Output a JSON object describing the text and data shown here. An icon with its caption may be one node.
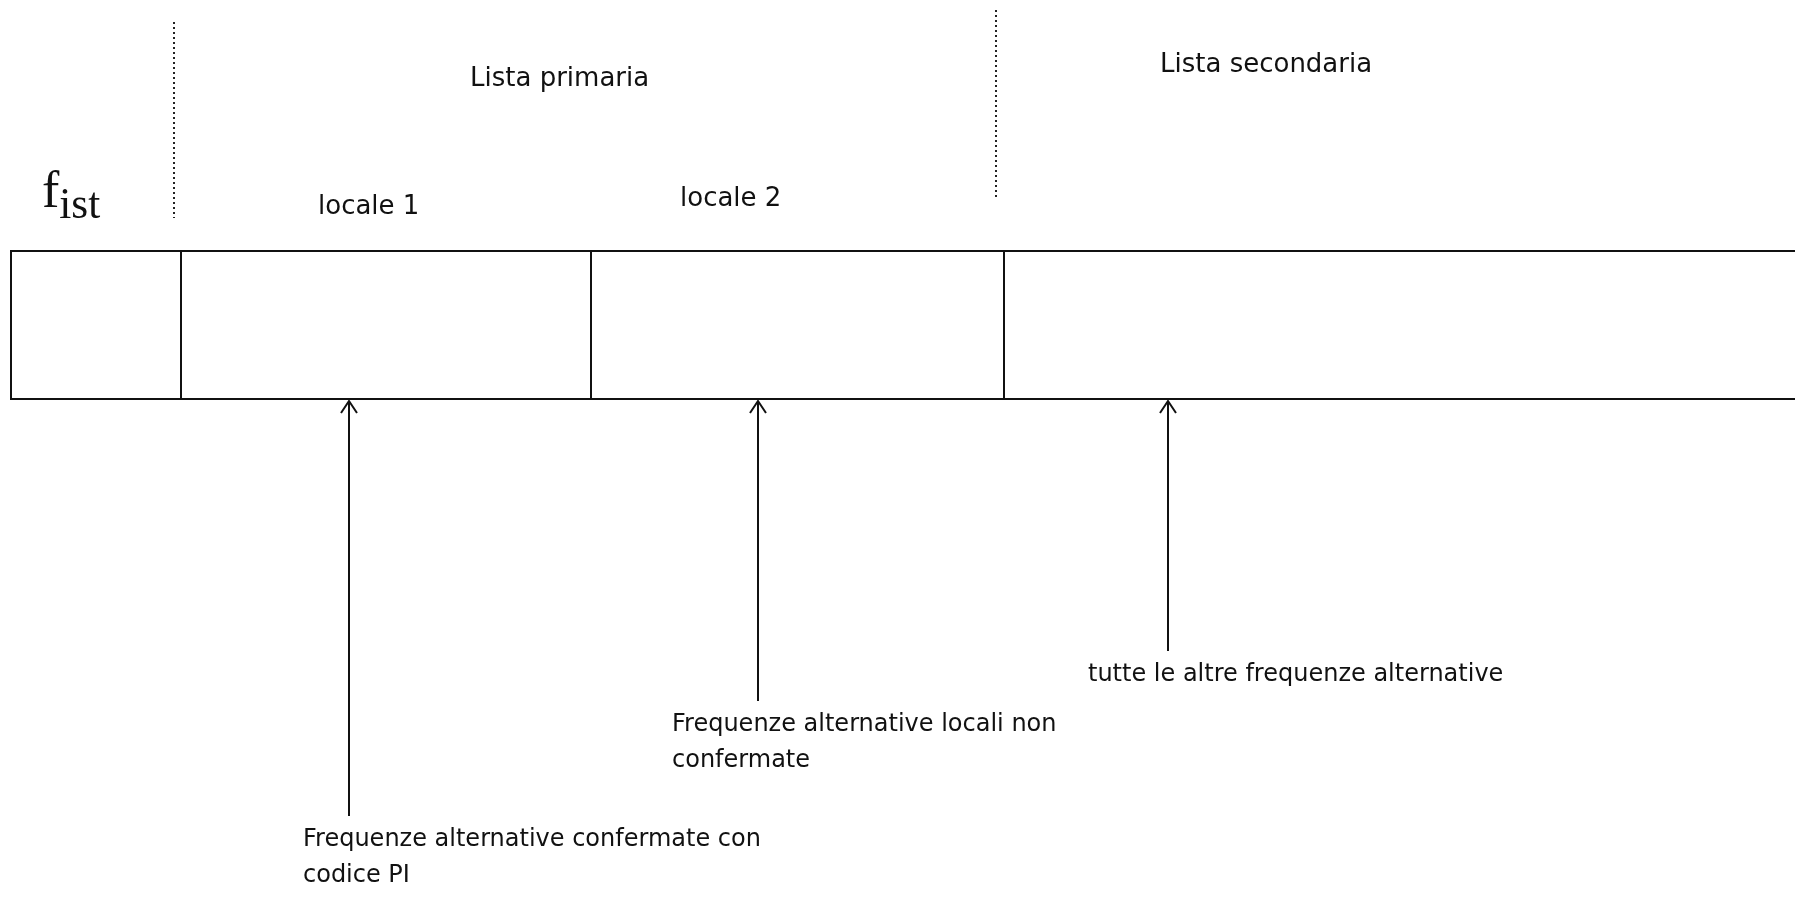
{
  "diagram": {
    "nodes": [
      {
        "text": [
          "f$_{ist}$"
        ]
      },
      {
        "text": [
          "locale 1"
        ]
      },
      {
        "text": [
          "locale 2"
        ]
      },
      {
        "text": [],
        "shape": "box"
      },
      {
        "text": [
          "Frequenze alternative confermate con codice PI"
        ]
      },
      {
        "text": [
          "Frequenze alternative locali non confermate"
        ]
      },
      {
        "text": [
          "tutte le altre frequenze alternative"
        ]
      }
    ],
    "edges": [
      {
        "from": 4,
        "to": 1,
        "arrow": "to"
      },
      {
        "from": 5,
        "to": 2,
        "arrow": "to"
      },
      {
        "from": 6,
        "to": 3,
        "arrow": "to"
      }
    ],
    "labels": [
      "Lista primaria",
      "Lista secondaria"
    ]
  }
}
